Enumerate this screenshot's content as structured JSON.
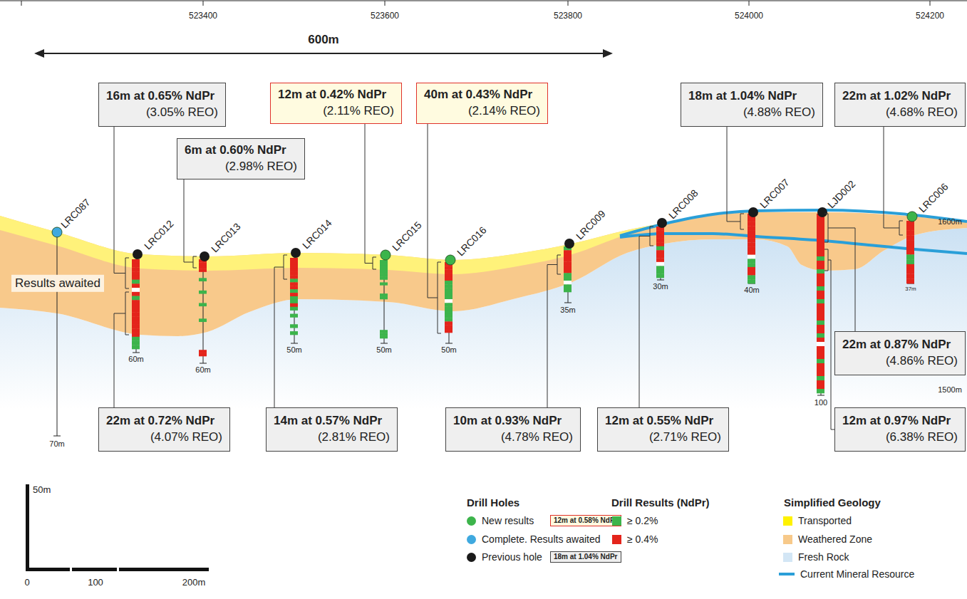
{
  "diagram": {
    "nodes": [
      {
        "text": [
          "16m at 0.65% NdPr",
          "(3.05% REO)"
        ]
      },
      {
        "text": [
          "12m at 0.42% NdPr",
          "(2.11% REO)"
        ]
      },
      {
        "text": [
          "40m at 0.43% NdPr",
          "(2.14% REO)"
        ]
      },
      {
        "text": [
          "18m at 1.04% NdPr",
          "(4.88% REO)"
        ]
      },
      {
        "text": [
          "22m at 1.02% NdPr",
          "(4.68% REO)"
        ]
      },
      {
        "text": [
          "6m at 0.60% NdPr",
          "(2.98% REO)"
        ]
      },
      {
        "text": [
          "22m at 0.87% NdPr",
          "(4.86% REO)"
        ]
      },
      {
        "text": [
          "22m at 0.72% NdPr",
          "(4.07% REO)"
        ]
      },
      {
        "text": [
          "14m at 0.57% NdPr",
          "(2.81% REO)"
        ]
      },
      {
        "text": [
          "10m at 0.93% NdPr",
          "(4.78% REO)"
        ]
      },
      {
        "text": [
          "12m at 0.55% NdPr",
          "(2.71% REO)"
        ]
      },
      {
        "text": [
          "12m at 0.97% NdPr",
          "(6.38% REO)"
        ]
      },
      {
        "text": [
          "12m at 0.58% NdPr"
        ]
      },
      {
        "text": [
          "18m at 1.04% NdPr"
        ]
      }
    ],
    "edges": [],
    "labels": [
      "523400",
      "523600",
      "523800",
      "524000",
      "524200",
      "600m",
      "LRC087",
      "LRC012",
      "LRC013",
      "LRC014",
      "LRC015",
      "LRC016",
      "LRC009",
      "LRC008",
      "LRC007",
      "LJD002",
      "LRC006",
      "Results awaited",
      "70m",
      "60m",
      "60m",
      "50m",
      "50m",
      "50m",
      "35m",
      "30m",
      "40m",
      "100",
      "37m",
      "1600m",
      "1500m",
      "50m",
      "0",
      "100",
      "200m",
      "Drill Holes",
      "Drill Results (NdPr)",
      "Simplified Geology"
    ],
    "legend": [
      {
        "text": "New results",
        "color": "#3cb44b"
      },
      {
        "text": "Complete. Results awaited",
        "color": "#3fa9df"
      },
      {
        "text": "Previous hole",
        "color": "#1a1a1a"
      },
      {
        "text": "≥ 0.2%",
        "color": "#3cb44b"
      },
      {
        "text": "≥ 0.4%",
        "color": "#e4241b"
      },
      {
        "text": "Transported",
        "color": "#fff200"
      },
      {
        "text": "Weathered Zone",
        "color": "#f7c98a"
      },
      {
        "text": "Fresh Rock",
        "color": "#d3e6f5"
      },
      {
        "text": "Current Mineral Resource"
      }
    ]
  }
}
